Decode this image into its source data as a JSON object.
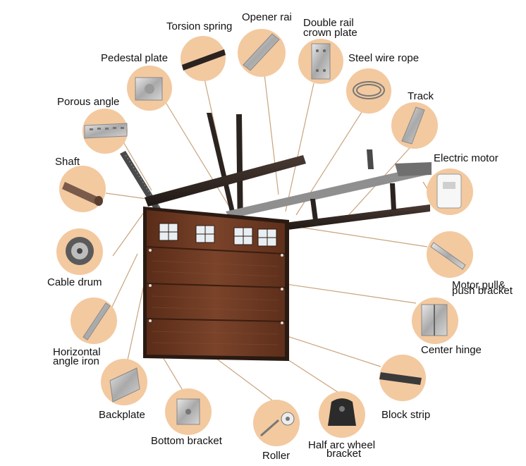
{
  "labels": {
    "torsion_spring": "Torsion spring",
    "opener_rail": "Opener rai",
    "double_rail_crown_plate_1": "Double rail",
    "double_rail_crown_plate_2": "crown plate",
    "pedestal_plate": "Pedestal plate",
    "steel_wire_rope": "Steel wire rope",
    "porous_angle": "Porous angle",
    "track": "Track",
    "shaft": "Shaft",
    "electric_motor": "Electric motor",
    "cable_drum": "Cable drum",
    "motor_pull_push_bracket_1": "Motor pull&",
    "motor_pull_push_bracket_2": "push bracket",
    "horizontal_angle_iron_1": "Horizontal",
    "horizontal_angle_iron_2": "angle iron",
    "center_hinge": "Center hinge",
    "backplate": "Backplate",
    "block_strip": "Block strip",
    "bottom_bracket": "Bottom bracket",
    "roller": "Roller",
    "half_arc_wheel_bracket_1": "Half arc wheel",
    "half_arc_wheel_bracket_2": "bracket"
  },
  "colors": {
    "circle_fill": "#f3c9a0",
    "door_wood": "#6e3a22",
    "door_frame": "#2a1a12",
    "rail_dark": "#2b2320",
    "rail_grey": "#8a8a8a",
    "leader_line": "#c9a47e",
    "label_text": "#111111"
  },
  "icons": [
    "torsion-spring-icon",
    "opener-rail-icon",
    "crown-plate-icon",
    "wire-rope-icon",
    "pedestal-plate-icon",
    "porous-angle-icon",
    "track-icon",
    "shaft-icon",
    "electric-motor-icon",
    "cable-drum-icon",
    "pull-push-bracket-icon",
    "angle-iron-icon",
    "center-hinge-icon",
    "backplate-icon",
    "block-strip-icon",
    "bottom-bracket-icon",
    "roller-icon",
    "half-arc-bracket-icon"
  ]
}
